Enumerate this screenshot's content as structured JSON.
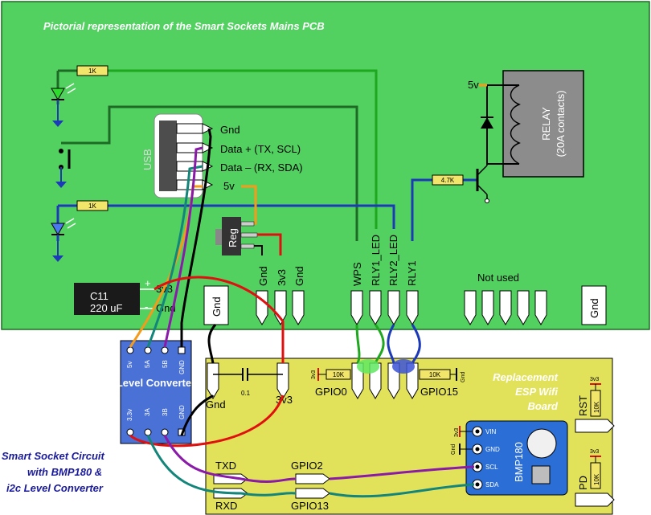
{
  "mains_pcb": {
    "title": "Pictorial representation of the Smart Sockets Mains PCB",
    "usb_label": "USB",
    "usb_pins": [
      "Gnd",
      "Data + (TX, SCL)",
      "Data – (RX, SDA)",
      "5v"
    ],
    "resistor_led1": "1K",
    "resistor_led2": "1K",
    "reg_label": "Reg",
    "relay_label_1": "RELAY",
    "relay_label_2": "(20A contacts)",
    "relay_supply": "5v",
    "transistor_resistor": "4.7K",
    "capacitor_name": "C11",
    "capacitor_value": "220 uF",
    "cap_plus": "+",
    "cap_minus": "-",
    "cap_pin1": "3v3",
    "cap_pin2": "Gnd",
    "header_gnd_left": "Gnd",
    "header_reg_pins": [
      "Gnd",
      "3v3",
      "Gnd"
    ],
    "header_gpio_pins": [
      "WPS",
      "RLY1_LED",
      "RLY2_LED",
      "RLY1"
    ],
    "not_used": "Not used",
    "header_gnd_right": "Gnd"
  },
  "level_converter": {
    "title": "Level Converter",
    "top_pins": [
      "5v",
      "5A",
      "5B",
      "GND"
    ],
    "bottom_pins": [
      "3.3v",
      "3A",
      "3B",
      "GND"
    ]
  },
  "esp_board": {
    "title_1": "Replacement",
    "title_2": "ESP Wifi",
    "title_3": "Board",
    "gnd": "Gnd",
    "v33": "3v3",
    "cap_value": "0.1",
    "gpio0": "GPIO0",
    "gpio15": "GPIO15",
    "res_gpio0": "10K",
    "res_gpio15": "10K",
    "rail_gpio0": "3v3",
    "rail_gpio15": "Gnd",
    "rst": "RST",
    "pd": "PD",
    "res_rst": "10K",
    "res_pd": "10K",
    "rail_rst": "3v3",
    "rail_pd": "3v3",
    "txd": "TXD",
    "rxd": "RXD",
    "gpio2": "GPIO2",
    "gpio13": "GPIO13"
  },
  "bmp180": {
    "name": "BMP180",
    "pins": [
      "VIN",
      "GND",
      "SCL",
      "SDA"
    ],
    "rail_vin": "3v3",
    "rail_gnd": "Gnd"
  },
  "caption": {
    "line1": "Smart Socket Circuit",
    "line2": "with BMP180 &",
    "line3": "i2c Level Converter"
  },
  "colors": {
    "pcb": "#52d161",
    "esp": "#e2e25a",
    "lc": "#4a72d6",
    "wire_green": "#1fa81f",
    "wire_blue": "#1c3ab8",
    "wire_orange": "#f59a1a",
    "wire_red": "#e01010",
    "wire_purple": "#8a1aa8",
    "wire_teal": "#13857a"
  }
}
